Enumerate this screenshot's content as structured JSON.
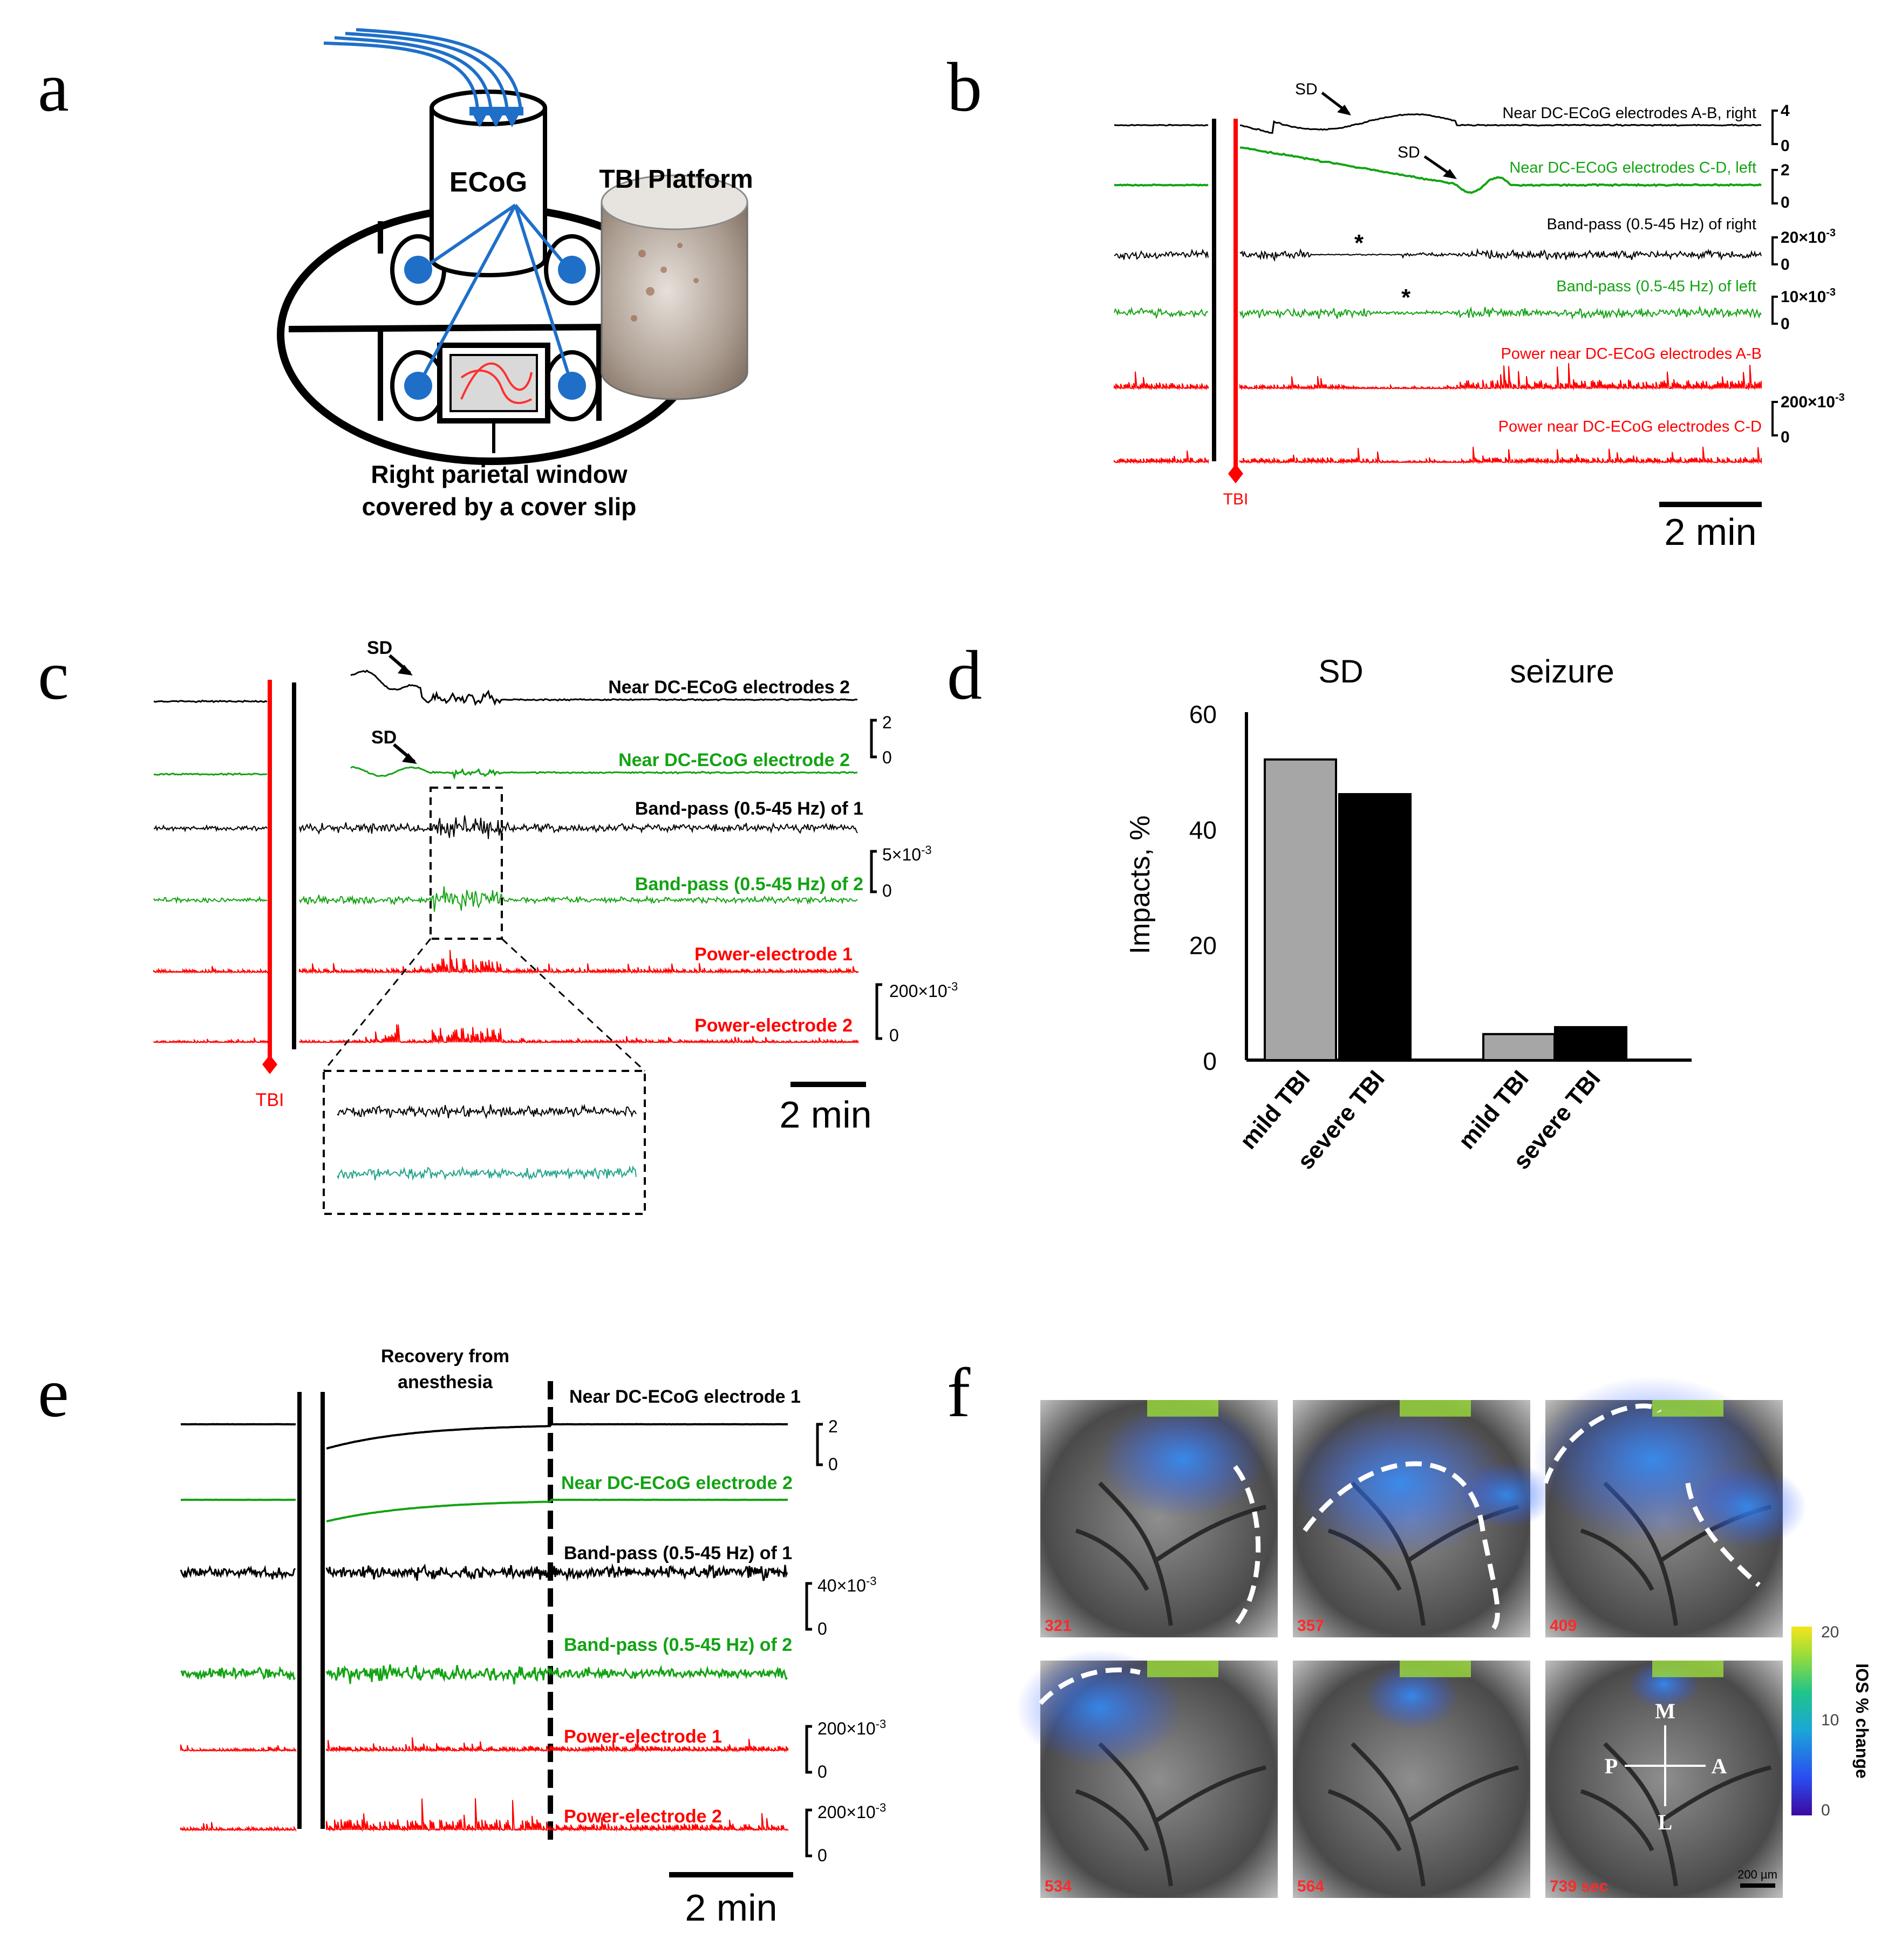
{
  "panel_letters": {
    "a": "a",
    "b": "b",
    "c": "c",
    "d": "d",
    "e": "e",
    "f": "f"
  },
  "colors": {
    "black": "#000000",
    "green": "#13a313",
    "red": "#ff0000",
    "blue": "#1f6fc9",
    "grey": "#a6a6a6",
    "teal": "#21a38a"
  },
  "panel_a": {
    "ecog_label": "ECoG",
    "platform_label": "TBI Platform",
    "window_label_line1": "Right parietal window",
    "window_label_line2": "covered by a cover slip"
  },
  "panel_b": {
    "sd_label_1": "SD",
    "sd_label_2": "SD",
    "asterisk_1": "*",
    "asterisk_2": "*",
    "trace_labels": [
      "Near DC-ECoG electrodes A-B, right",
      "Near DC-ECoG electrodes C-D, left",
      "Band-pass (0.5-45 Hz) of right",
      "Band-pass (0.5-45 Hz) of left",
      "Power near DC-ECoG electrodes A-B",
      "Power near DC-ECoG electrodes C-D"
    ],
    "scales": [
      {
        "top": "4",
        "bottom": "0"
      },
      {
        "top": "2",
        "bottom": "0"
      },
      {
        "top": "20×10",
        "exp": "-3",
        "bottom": "0"
      },
      {
        "top": "10×10",
        "exp": "-3",
        "bottom": "0"
      },
      {
        "top": "200×10",
        "exp": "-3",
        "bottom": "0"
      }
    ],
    "tbi_label": "TBI",
    "scalebar_label": "2 min"
  },
  "panel_c": {
    "sd_label_1": "SD",
    "sd_label_2": "SD",
    "trace_labels": [
      "Near DC-ECoG electrodes 2",
      "Near DC-ECoG electrode 2",
      "Band-pass (0.5-45 Hz) of 1",
      "Band-pass (0.5-45 Hz) of 2",
      "Power-electrode 1",
      "Power-electrode 2"
    ],
    "scales": [
      {
        "top": "2",
        "bottom": "0"
      },
      {
        "top": "5×10",
        "exp": "-3",
        "bottom": "0"
      },
      {
        "top": "200×10",
        "exp": "-3",
        "bottom": "0"
      }
    ],
    "tbi_label": "TBI",
    "scalebar_label": "2 min"
  },
  "chart_data": {
    "type": "bar",
    "group_titles": [
      "SD",
      "seizure"
    ],
    "ylabel": "Impacts, %",
    "yticks": [
      "0",
      "20",
      "40",
      "60"
    ],
    "ylim": [
      0,
      60
    ],
    "groups": [
      {
        "title": "SD",
        "bars": [
          {
            "category": "mild TBI",
            "value": 52,
            "color": "#a6a6a6"
          },
          {
            "category": "severe TBI",
            "value": 46,
            "color": "#000000"
          }
        ]
      },
      {
        "title": "seizure",
        "bars": [
          {
            "category": "mild TBI",
            "value": 4.5,
            "color": "#a6a6a6"
          },
          {
            "category": "severe TBI",
            "value": 5.7,
            "color": "#000000"
          }
        ]
      }
    ]
  },
  "panel_e": {
    "recovery_line1": "Recovery from",
    "recovery_line2": "anesthesia",
    "trace_labels": [
      "Near DC-ECoG electrode 1",
      "Near DC-ECoG electrode 2",
      "Band-pass (0.5-45 Hz) of 1",
      "Band-pass (0.5-45 Hz) of 2",
      "Power-electrode 1",
      "Power-electrode 2"
    ],
    "scales": [
      {
        "top": "2",
        "bottom": "0"
      },
      {
        "top": "40×10",
        "exp": "-3",
        "bottom": "0"
      },
      {
        "top": "200×10",
        "exp": "-3",
        "bottom": "0"
      },
      {
        "top": "200×10",
        "exp": "-3",
        "bottom": "0"
      }
    ],
    "scalebar_label": "2 min"
  },
  "panel_f": {
    "frame_times": [
      "321",
      "357",
      "409",
      "534",
      "564",
      "739 sec"
    ],
    "colorbar_title": "IOS % change",
    "colorbar_ticks": [
      "20",
      "10",
      "0"
    ],
    "compass": {
      "m": "M",
      "p": "P",
      "a": "A",
      "l": "L"
    },
    "scalebar_label": "200 µm"
  }
}
